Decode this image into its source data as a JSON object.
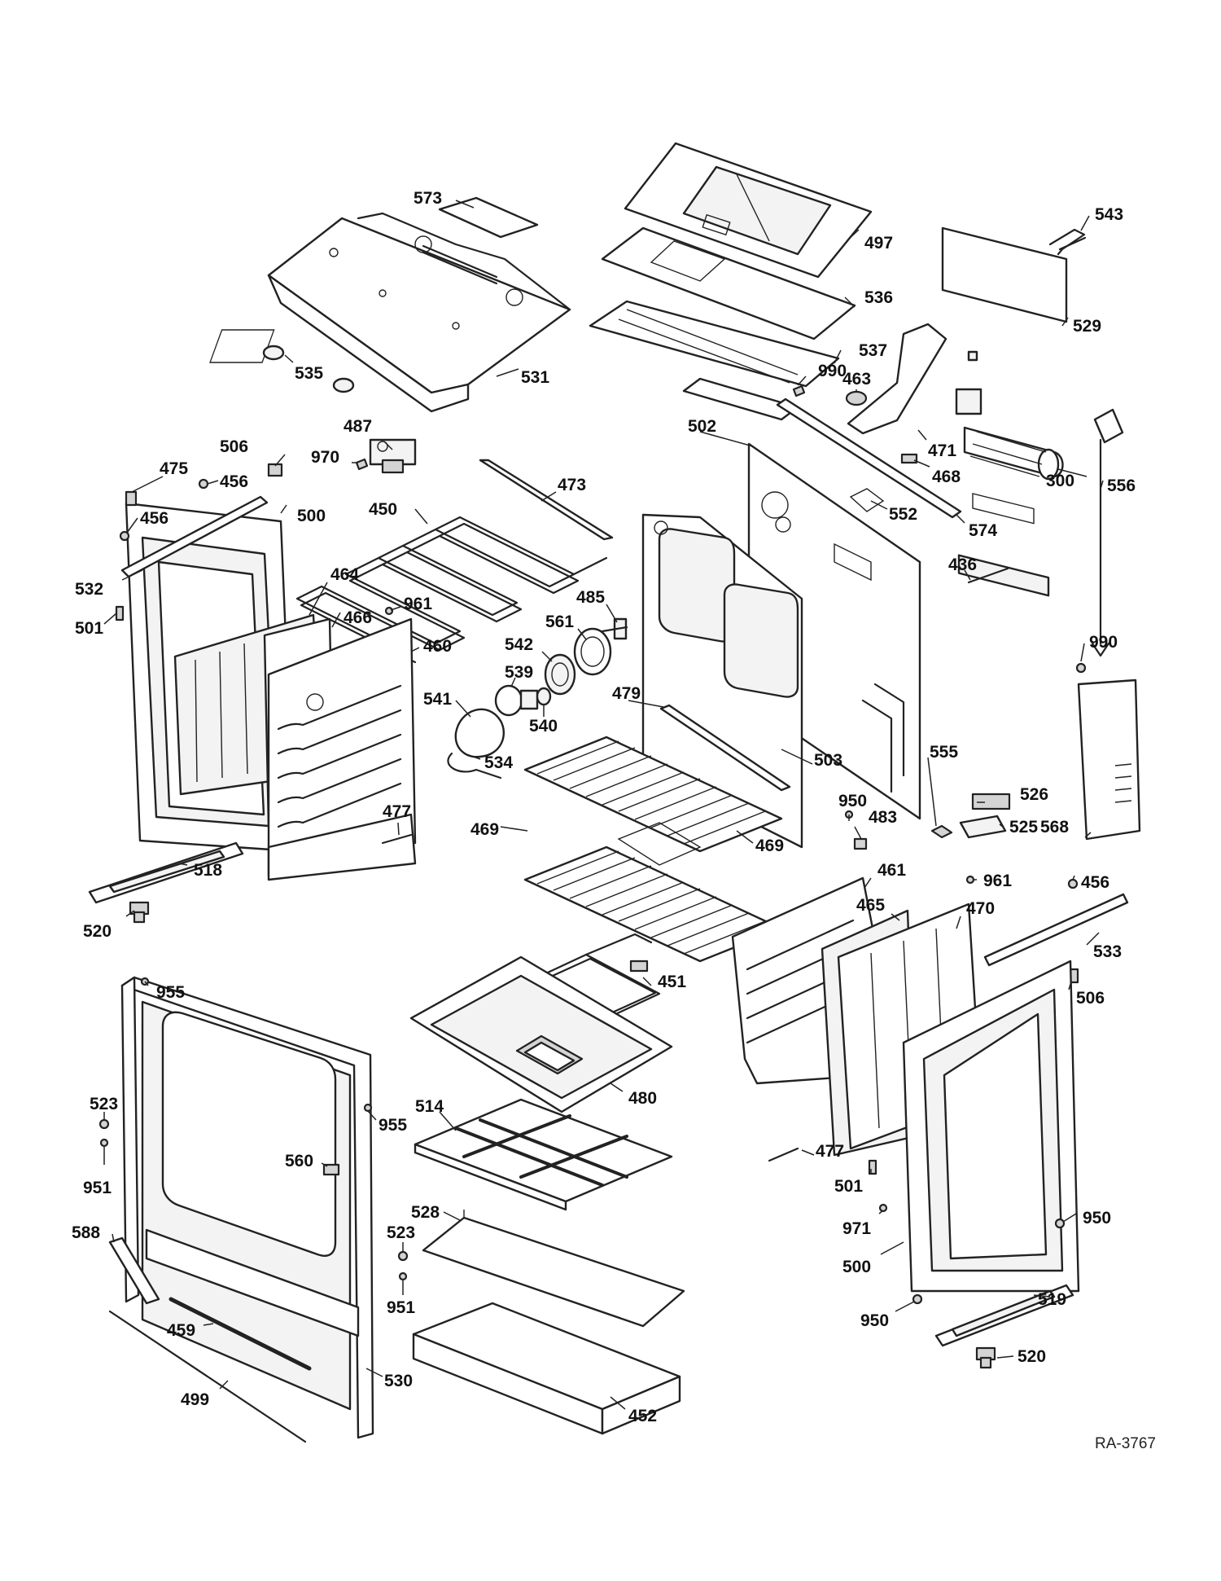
{
  "drawing_ref": "RA-3767",
  "callouts": [
    {
      "id": "573",
      "label": "573"
    },
    {
      "id": "497",
      "label": "497"
    },
    {
      "id": "543",
      "label": "543"
    },
    {
      "id": "536",
      "label": "536"
    },
    {
      "id": "529",
      "label": "529"
    },
    {
      "id": "537",
      "label": "537"
    },
    {
      "id": "535",
      "label": "535"
    },
    {
      "id": "531",
      "label": "531"
    },
    {
      "id": "990a",
      "label": "990"
    },
    {
      "id": "463",
      "label": "463"
    },
    {
      "id": "487",
      "label": "487"
    },
    {
      "id": "502",
      "label": "502"
    },
    {
      "id": "506a",
      "label": "506"
    },
    {
      "id": "970",
      "label": "970"
    },
    {
      "id": "471",
      "label": "471"
    },
    {
      "id": "475",
      "label": "475"
    },
    {
      "id": "456a",
      "label": "456"
    },
    {
      "id": "473",
      "label": "473"
    },
    {
      "id": "468",
      "label": "468"
    },
    {
      "id": "300",
      "label": "300"
    },
    {
      "id": "556",
      "label": "556"
    },
    {
      "id": "500a",
      "label": "500"
    },
    {
      "id": "456b",
      "label": "456"
    },
    {
      "id": "450",
      "label": "450"
    },
    {
      "id": "552",
      "label": "552"
    },
    {
      "id": "574",
      "label": "574"
    },
    {
      "id": "532",
      "label": "532"
    },
    {
      "id": "464",
      "label": "464"
    },
    {
      "id": "436",
      "label": "436"
    },
    {
      "id": "961a",
      "label": "961"
    },
    {
      "id": "485",
      "label": "485"
    },
    {
      "id": "501a",
      "label": "501"
    },
    {
      "id": "466",
      "label": "466"
    },
    {
      "id": "561",
      "label": "561"
    },
    {
      "id": "990b",
      "label": "990"
    },
    {
      "id": "460",
      "label": "460"
    },
    {
      "id": "542",
      "label": "542"
    },
    {
      "id": "539",
      "label": "539"
    },
    {
      "id": "541",
      "label": "541"
    },
    {
      "id": "479",
      "label": "479"
    },
    {
      "id": "540",
      "label": "540"
    },
    {
      "id": "503",
      "label": "503"
    },
    {
      "id": "555",
      "label": "555"
    },
    {
      "id": "534",
      "label": "534"
    },
    {
      "id": "950a",
      "label": "950"
    },
    {
      "id": "526",
      "label": "526"
    },
    {
      "id": "477a",
      "label": "477"
    },
    {
      "id": "483",
      "label": "483"
    },
    {
      "id": "469a",
      "label": "469"
    },
    {
      "id": "469b",
      "label": "469"
    },
    {
      "id": "525",
      "label": "525"
    },
    {
      "id": "568",
      "label": "568"
    },
    {
      "id": "518",
      "label": "518"
    },
    {
      "id": "461",
      "label": "461"
    },
    {
      "id": "961b",
      "label": "961"
    },
    {
      "id": "456c",
      "label": "456"
    },
    {
      "id": "520a",
      "label": "520"
    },
    {
      "id": "465",
      "label": "465"
    },
    {
      "id": "470",
      "label": "470"
    },
    {
      "id": "533",
      "label": "533"
    },
    {
      "id": "955a",
      "label": "955"
    },
    {
      "id": "451",
      "label": "451"
    },
    {
      "id": "506b",
      "label": "506"
    },
    {
      "id": "523a",
      "label": "523"
    },
    {
      "id": "514",
      "label": "514"
    },
    {
      "id": "480",
      "label": "480"
    },
    {
      "id": "955b",
      "label": "955"
    },
    {
      "id": "560",
      "label": "560"
    },
    {
      "id": "477b",
      "label": "477"
    },
    {
      "id": "951a",
      "label": "951"
    },
    {
      "id": "501b",
      "label": "501"
    },
    {
      "id": "528",
      "label": "528"
    },
    {
      "id": "950b",
      "label": "950"
    },
    {
      "id": "971",
      "label": "971"
    },
    {
      "id": "588",
      "label": "588"
    },
    {
      "id": "523b",
      "label": "523"
    },
    {
      "id": "500b",
      "label": "500"
    },
    {
      "id": "951b",
      "label": "951"
    },
    {
      "id": "519",
      "label": "519"
    },
    {
      "id": "459",
      "label": "459"
    },
    {
      "id": "950c",
      "label": "950"
    },
    {
      "id": "520b",
      "label": "520"
    },
    {
      "id": "530",
      "label": "530"
    },
    {
      "id": "499",
      "label": "499"
    },
    {
      "id": "452",
      "label": "452"
    }
  ]
}
